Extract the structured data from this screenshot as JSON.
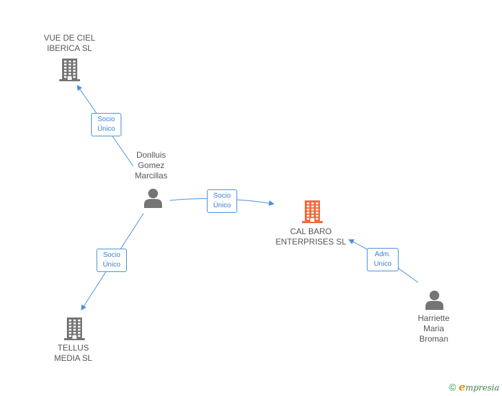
{
  "nodes": [
    {
      "id": "vue",
      "kind": "company",
      "color": "#757575",
      "lines": [
        "VUE DE CIEL",
        "IBERICA SL"
      ]
    },
    {
      "id": "donlluis",
      "kind": "person",
      "color": "#757575",
      "lines": [
        "Donlluis",
        "Gomez",
        "Marcillas"
      ]
    },
    {
      "id": "calbaro",
      "kind": "company",
      "color": "#f26a3c",
      "lines": [
        "CAL BARO",
        "ENTERPRISES SL"
      ]
    },
    {
      "id": "tellus",
      "kind": "company",
      "color": "#757575",
      "lines": [
        "TELLUS",
        "MEDIA SL"
      ]
    },
    {
      "id": "harriette",
      "kind": "person",
      "color": "#757575",
      "lines": [
        "Harriette",
        "Maria",
        "Broman"
      ]
    }
  ],
  "edges": [
    {
      "from": "donlluis",
      "to": "vue",
      "label": [
        "Socio",
        "Único"
      ]
    },
    {
      "from": "donlluis",
      "to": "calbaro",
      "label": [
        "Socio",
        "Único"
      ]
    },
    {
      "from": "donlluis",
      "to": "tellus",
      "label": [
        "Socio",
        "Único"
      ]
    },
    {
      "from": "harriette",
      "to": "calbaro",
      "label": [
        "Adm.",
        "Unico"
      ]
    }
  ],
  "colors": {
    "edge": "#4a90d9",
    "edge_text": "#3a7fcf"
  },
  "footer": {
    "copyright": "©",
    "brand_initial": "e",
    "brand_rest": "mpresia"
  }
}
